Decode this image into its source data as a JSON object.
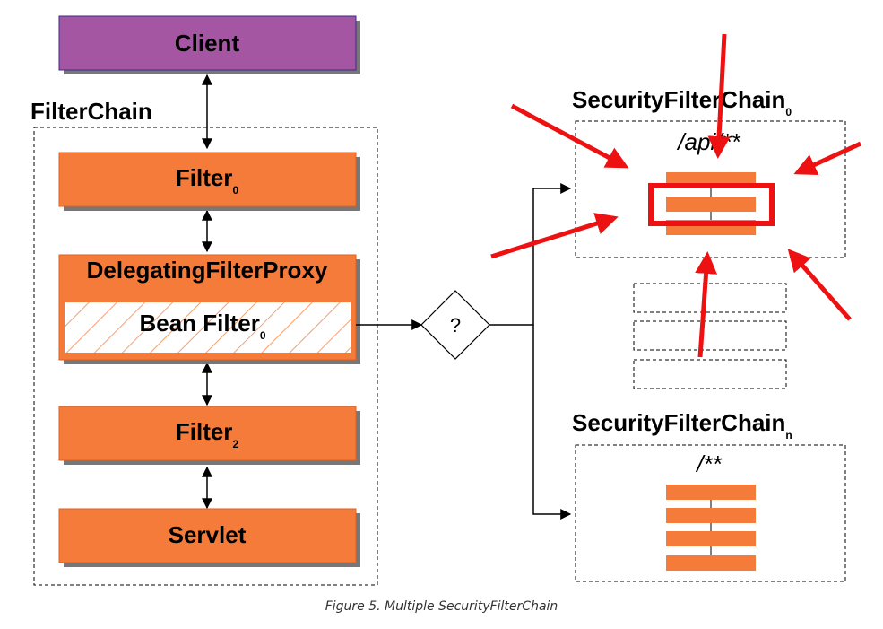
{
  "filter_chain": {
    "client": "Client",
    "title": "FilterChain",
    "filter0": "Filter",
    "filter0_sub": "0",
    "delegating": "DelegatingFilterProxy",
    "bean_filter": "Bean Filter",
    "bean_filter_sub": "0",
    "filter2": "Filter",
    "filter2_sub": "2",
    "servlet": "Servlet"
  },
  "decision": "?",
  "chain0": {
    "title": "SecurityFilterChain",
    "sub": "0",
    "pattern": "/api/**"
  },
  "chainN": {
    "title": "SecurityFilterChain",
    "sub": "n",
    "pattern": "/**"
  },
  "caption": "Figure 5. Multiple SecurityFilterChain",
  "colors": {
    "client": "#a456a3",
    "filter": "#f47b3a",
    "highlight": "#ee1111"
  }
}
